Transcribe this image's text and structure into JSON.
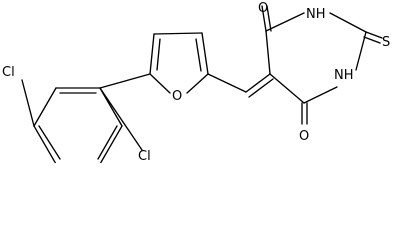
{
  "molecule": {
    "atoms": {
      "cl_left": "Cl",
      "cl_bottom": "Cl",
      "o_furan": "O",
      "o_top": "O",
      "o_bottom": "O",
      "nh_top": "NH",
      "nh_bottom": "NH",
      "s_thione": "S"
    }
  }
}
